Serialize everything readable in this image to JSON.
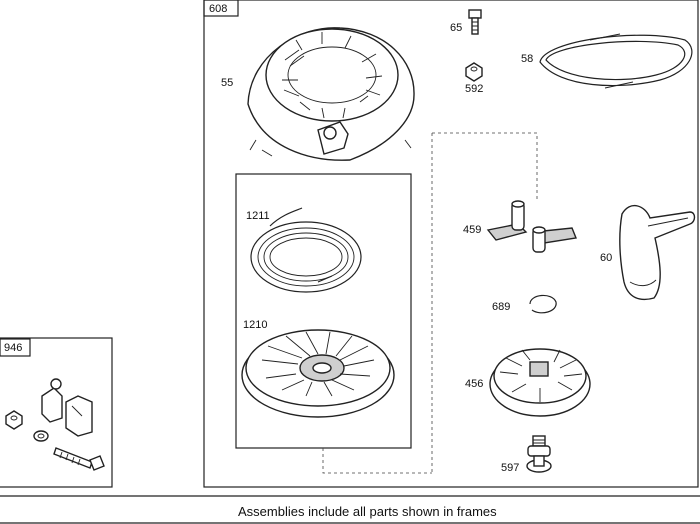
{
  "frames": {
    "main_tag": "608",
    "left_tag": "946"
  },
  "labels": {
    "p55": "55",
    "p65": "65",
    "p592": "592",
    "p58": "58",
    "p1211": "1211",
    "p1210": "1210",
    "p459": "459",
    "p60": "60",
    "p689": "689",
    "p456": "456",
    "p597": "597"
  },
  "footer": {
    "note": "Assemblies include all parts shown in frames"
  }
}
